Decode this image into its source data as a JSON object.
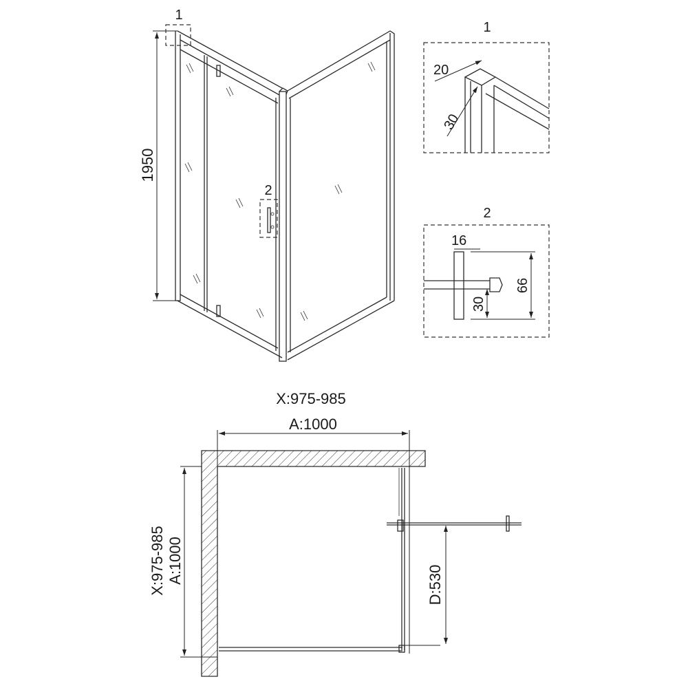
{
  "iso_view": {
    "detail1_marker": "1",
    "detail2_marker": "2",
    "height_dim": "1950"
  },
  "detail1": {
    "title": "1",
    "dim_a": "20",
    "dim_b": "30"
  },
  "detail2": {
    "title": "2",
    "dim_a": "16",
    "dim_b": "66",
    "dim_c": "30"
  },
  "plan": {
    "top_range": "X:975-985",
    "top_nominal": "A:1000",
    "left_range": "X:975-985",
    "left_nominal": "A:1000",
    "door_offset": "D:530"
  },
  "colors": {
    "line": "#2a2a2a",
    "background": "#ffffff"
  }
}
